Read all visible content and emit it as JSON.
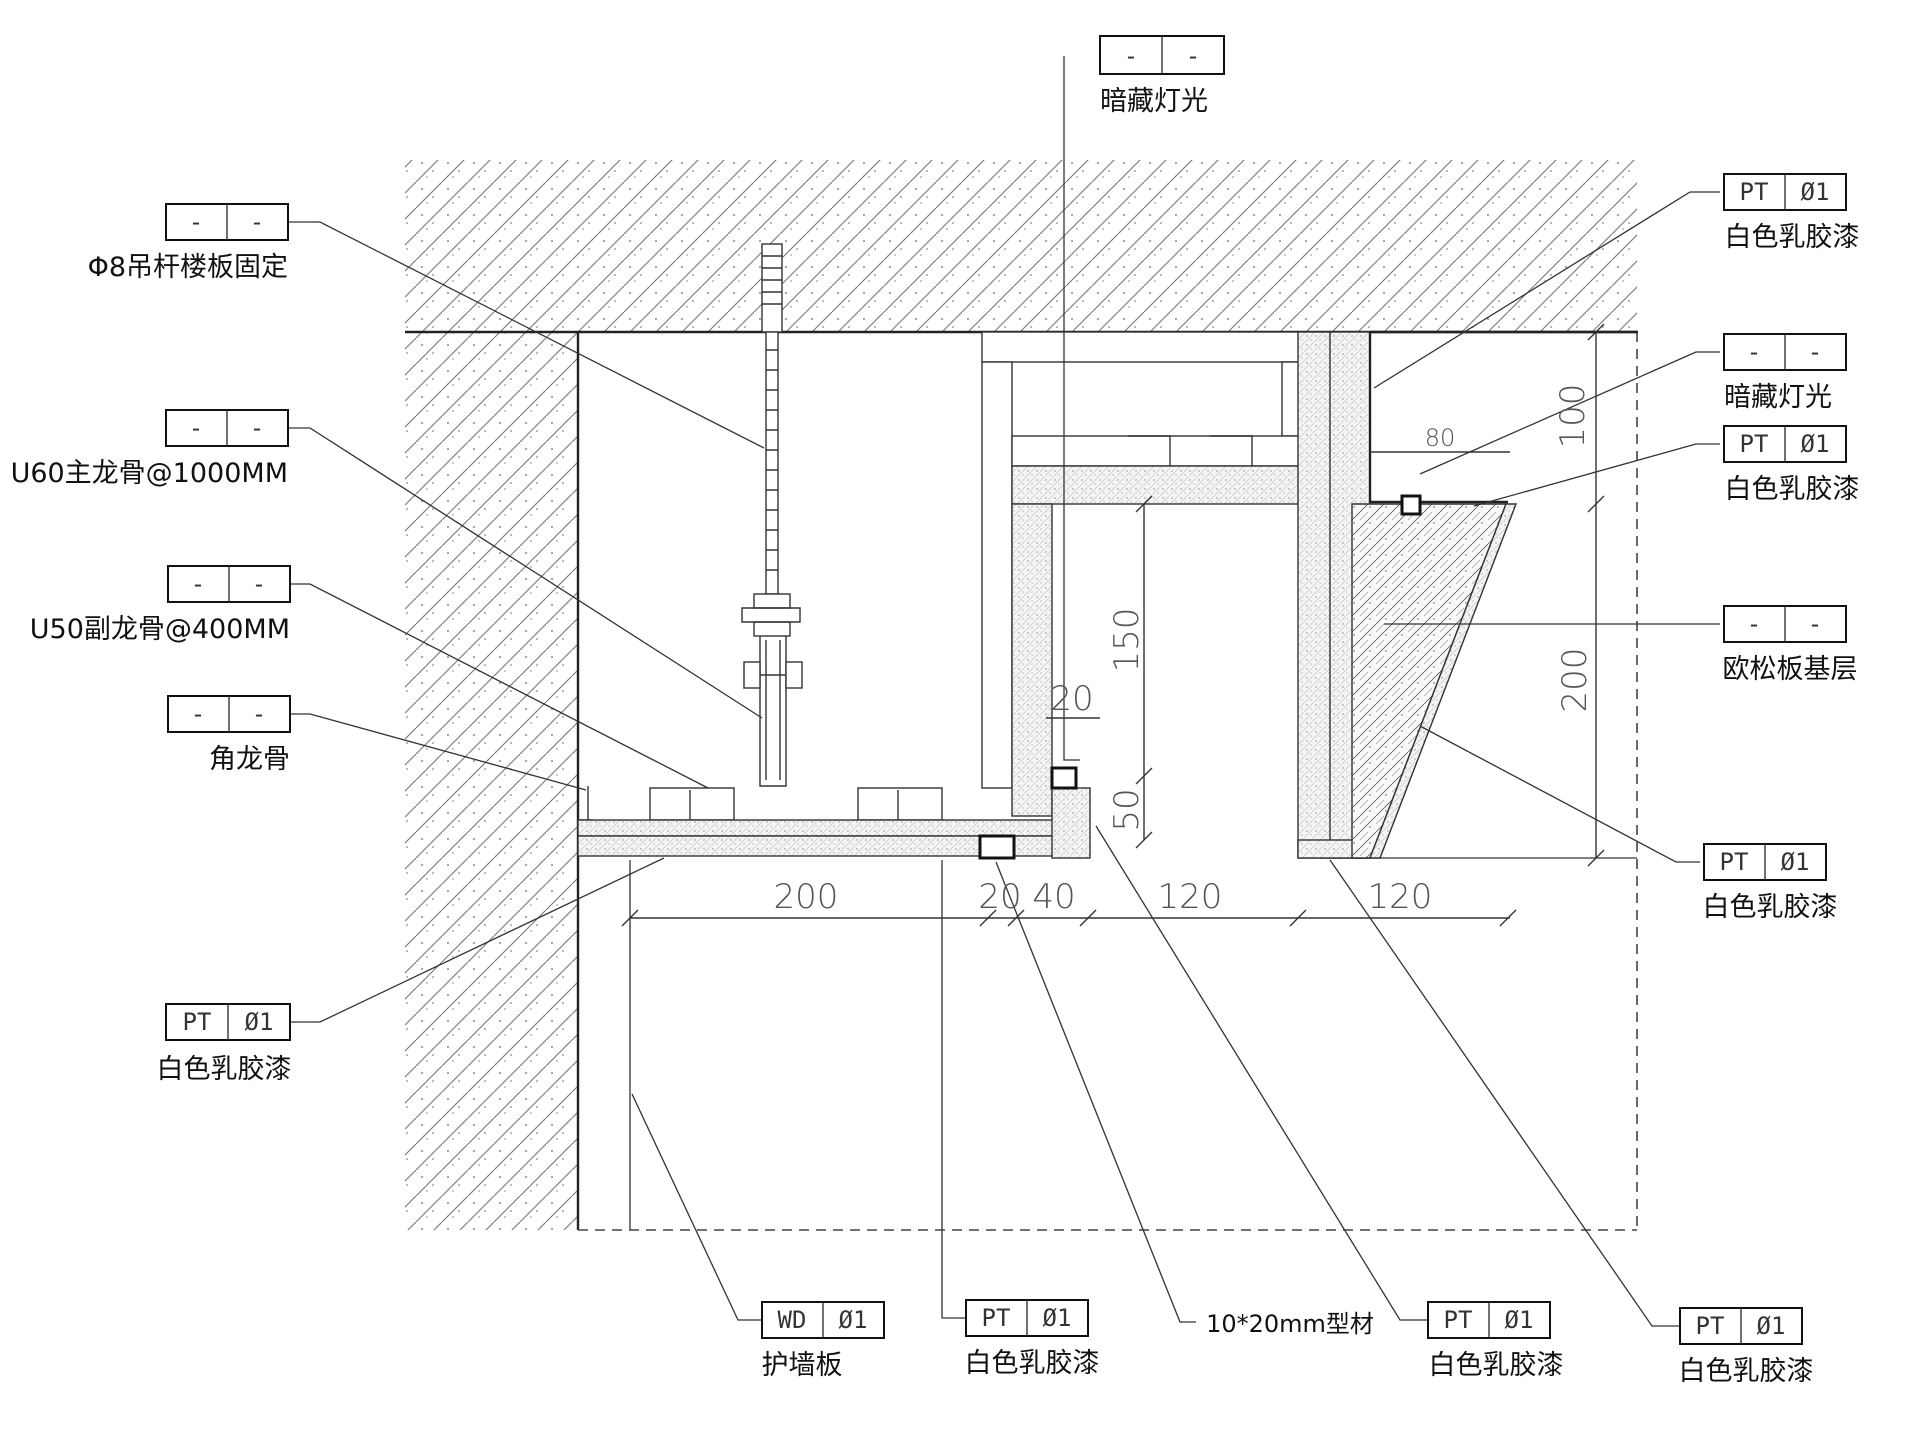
{
  "callouts": [
    {
      "id": "hidden-light-top",
      "code": "-",
      "num": "-",
      "text": "暗藏灯光"
    },
    {
      "id": "rod-anchor",
      "code": "-",
      "num": "-",
      "text": "Φ8吊杆楼板固定"
    },
    {
      "id": "main-keel",
      "code": "-",
      "num": "-",
      "text": "U60主龙骨@1000MM"
    },
    {
      "id": "sub-keel",
      "code": "-",
      "num": "-",
      "text": "U50副龙骨@400MM"
    },
    {
      "id": "angle-keel",
      "code": "-",
      "num": "-",
      "text": "角龙骨"
    },
    {
      "id": "paint-left",
      "code": "PT",
      "num": "Ø1",
      "text": "白色乳胶漆"
    },
    {
      "id": "paint-right-top",
      "code": "PT",
      "num": "Ø1",
      "text": "白色乳胶漆"
    },
    {
      "id": "hidden-light-right",
      "code": "-",
      "num": "-",
      "text": "暗藏灯光"
    },
    {
      "id": "paint-right-mid",
      "code": "PT",
      "num": "Ø1",
      "text": "白色乳胶漆"
    },
    {
      "id": "osb-base",
      "code": "-",
      "num": "-",
      "text": "欧松板基层"
    },
    {
      "id": "paint-right-low",
      "code": "PT",
      "num": "Ø1",
      "text": "白色乳胶漆"
    },
    {
      "id": "wall-panel",
      "code": "WD",
      "num": "Ø1",
      "text": "护墙板"
    },
    {
      "id": "paint-bottom-1",
      "code": "PT",
      "num": "Ø1",
      "text": "白色乳胶漆"
    },
    {
      "id": "profile",
      "code": "",
      "num": "",
      "text": "10*20mm型材"
    },
    {
      "id": "paint-bottom-2",
      "code": "PT",
      "num": "Ø1",
      "text": "白色乳胶漆"
    },
    {
      "id": "paint-bottom-3",
      "code": "PT",
      "num": "Ø1",
      "text": "白色乳胶漆"
    }
  ],
  "dimensions": [
    {
      "id": "dim-200-bottom",
      "value": "200"
    },
    {
      "id": "dim-20-bottom",
      "value": "20"
    },
    {
      "id": "dim-40-bottom",
      "value": "40"
    },
    {
      "id": "dim-120-a",
      "value": "120"
    },
    {
      "id": "dim-120-b",
      "value": "120"
    },
    {
      "id": "dim-150",
      "value": "150"
    },
    {
      "id": "dim-20-mid",
      "value": "20"
    },
    {
      "id": "dim-50",
      "value": "50"
    },
    {
      "id": "dim-80",
      "value": "80"
    },
    {
      "id": "dim-100",
      "value": "100"
    },
    {
      "id": "dim-200-right",
      "value": "200"
    }
  ]
}
